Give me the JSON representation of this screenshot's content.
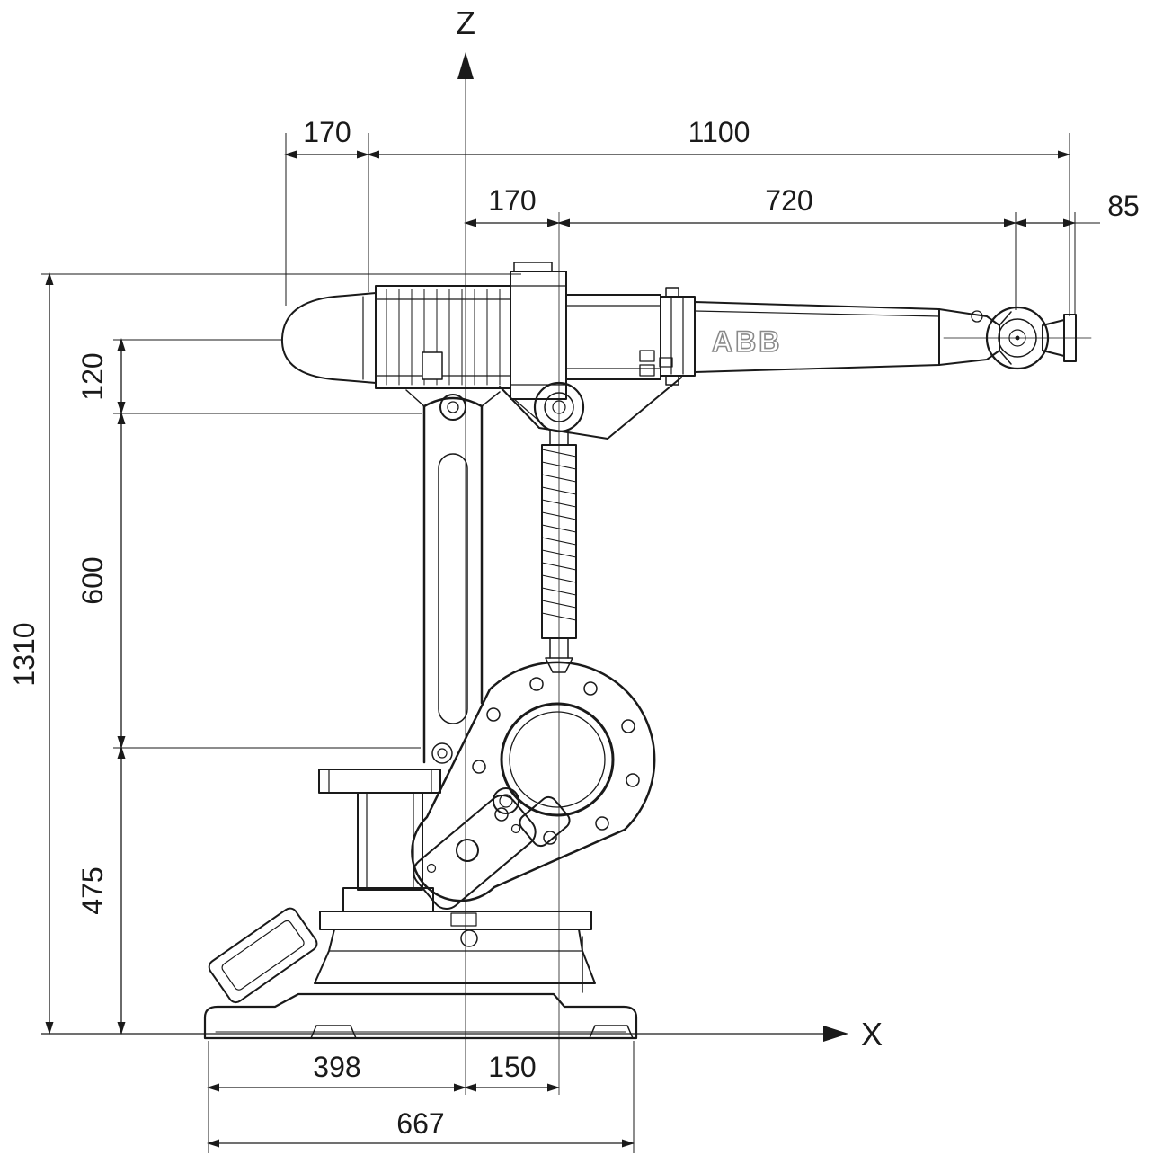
{
  "axes": {
    "z_label": "Z",
    "x_label": "X"
  },
  "brand_label": "ABB",
  "dimensions": {
    "top_row": {
      "d170": "170",
      "d1100": "1100"
    },
    "second_row": {
      "d170": "170",
      "d720": "720",
      "d85": "85"
    },
    "left_col": {
      "d1310": "1310",
      "d120": "120",
      "d600": "600",
      "d475": "475"
    },
    "bottom_row": {
      "d398": "398",
      "d150": "150",
      "d667": "667"
    }
  }
}
